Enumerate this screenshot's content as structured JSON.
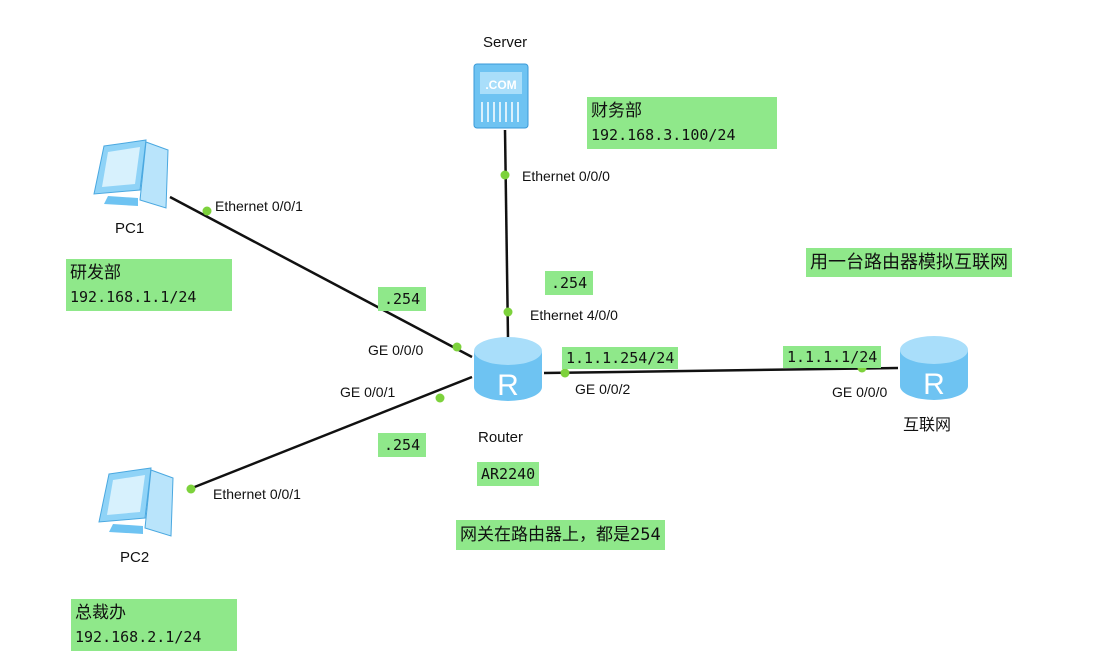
{
  "devices": {
    "server": {
      "name": "Server",
      "badge": ".COM"
    },
    "pc1": {
      "name": "PC1"
    },
    "pc2": {
      "name": "PC2"
    },
    "router": {
      "name": "Router",
      "model": "AR2240"
    },
    "internet": {
      "name": "互联网"
    }
  },
  "ports": {
    "pc1": "Ethernet 0/0/1",
    "pc2": "Ethernet 0/0/1",
    "server": "Ethernet 0/0/0",
    "router_e400": "Ethernet 4/0/0",
    "router_ge000": "GE 0/0/0",
    "router_ge001": "GE 0/0/1",
    "router_ge002": "GE 0/0/2",
    "internet_ge000": "GE 0/0/0"
  },
  "notes": {
    "finance_dept": "财务部",
    "finance_ip": "192.168.3.100/24",
    "rd_dept": "研发部",
    "rd_ip": "192.168.1.1/24",
    "ceo_dept": "总裁办",
    "ceo_ip": "192.168.2.1/24",
    "gw_pc1": ".254",
    "gw_server": ".254",
    "gw_pc2": ".254",
    "router_wan_ip": "1.1.1.254/24",
    "internet_ip": "1.1.1.1/24",
    "internet_note": "用一台路由器模拟互联网",
    "gateway_note": "网关在路由器上，都是254"
  },
  "colors": {
    "note_bg": "#8fe88a",
    "port_dot": "#7dd23c",
    "device": "#6ec3f2"
  }
}
